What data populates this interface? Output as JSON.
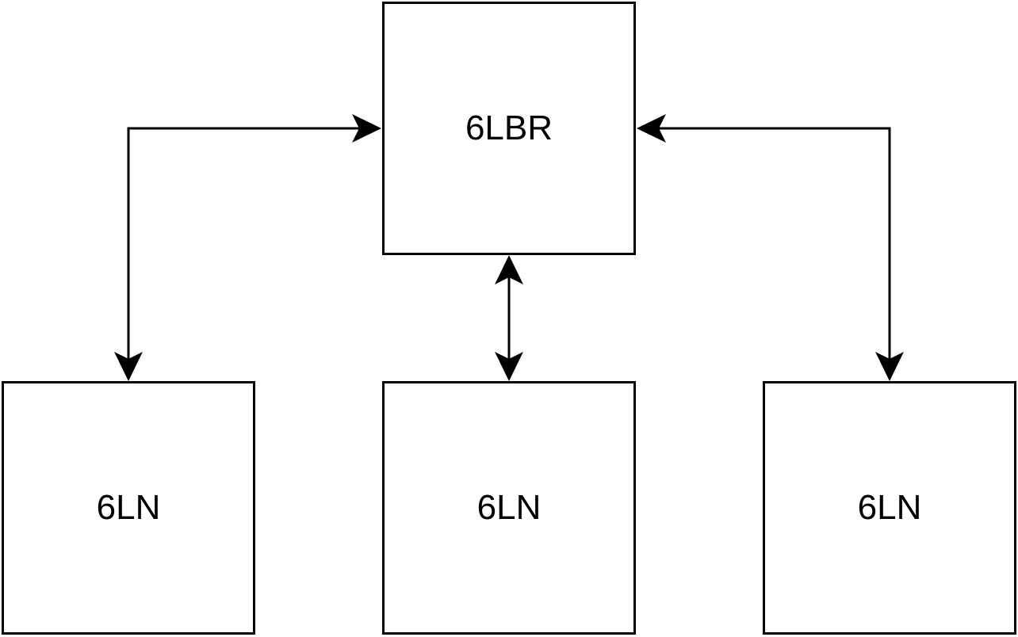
{
  "diagram": {
    "nodes": [
      {
        "id": "6lbr",
        "label": "6LBR"
      },
      {
        "id": "6ln-left",
        "label": "6LN"
      },
      {
        "id": "6ln-center",
        "label": "6LN"
      },
      {
        "id": "6ln-right",
        "label": "6LN"
      }
    ],
    "edges": [
      {
        "from": "6lbr",
        "to": "6ln-left",
        "direction": "bidirectional"
      },
      {
        "from": "6lbr",
        "to": "6ln-center",
        "direction": "bidirectional"
      },
      {
        "from": "6lbr",
        "to": "6ln-right",
        "direction": "bidirectional"
      }
    ]
  }
}
